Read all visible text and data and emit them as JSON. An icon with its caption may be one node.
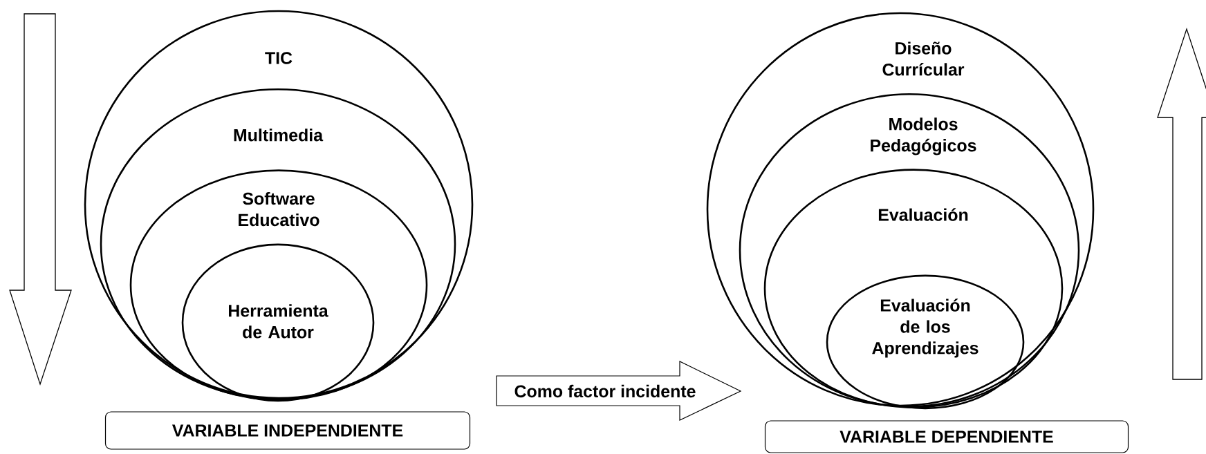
{
  "diagram": {
    "nodes": [
      {
        "text": [
          "TIC"
        ]
      },
      {
        "text": [
          "Multimedia"
        ],
        "in": 0
      },
      {
        "text": [
          "Software Educativo"
        ],
        "in": 1
      },
      {
        "text": [
          "Herramienta de Autor"
        ],
        "in": 2
      },
      {
        "text": [
          "VARIABLE INDEPENDIENTE"
        ]
      },
      {
        "text": [
          "Como factor incidente"
        ]
      },
      {
        "text": [
          "Diseño Currícular"
        ]
      },
      {
        "text": [
          "Modelos Pedagógicos"
        ],
        "in": 6
      },
      {
        "text": [
          "Evaluación"
        ],
        "in": 7
      },
      {
        "text": [
          "Evaluación de los Aprendizajes"
        ],
        "in": 8
      },
      {
        "text": [
          "VARIABLE DEPENDIENTE"
        ]
      }
    ]
  }
}
